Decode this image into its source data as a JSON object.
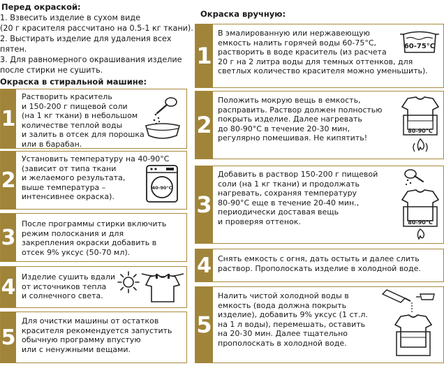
{
  "left": {
    "prep_title": "Перед окраской:",
    "prep_lines": [
      "1. Взвесить изделие в сухом виде",
      "(20 г красителя рассчитано на 0.5-1 кг ткани).",
      "2. Выстирать изделие для удаления всех",
      "пятен.",
      "3. Для равномерного окрашивания изделие",
      "после стирки не сушить."
    ],
    "machine_title": "Окраска в стиральной машине:",
    "steps": [
      {
        "num": "1",
        "text": "Растворить краситель\nи 150-200 г пищевой соли\n(на 1 кг ткани) в небольшом\nколичестве теплой воды\nи залить в отсек для порошка\nили в барабан."
      },
      {
        "num": "2",
        "text": "Установить температуру на 40-90°C\n(зависит от типа ткани\nи желаемого результата,\nвыше температура –\nинтенсивнее окраска)."
      },
      {
        "num": "3",
        "text": "После программы стирки включить\nрежим полоскания и для\nзакрепления окраски добавить в\nотсек 9% уксус (50-70 мл)."
      },
      {
        "num": "4",
        "text": "Изделие сушить вдали\nот источников тепла\nи солнечного света."
      },
      {
        "num": "5",
        "text": "Для очистки машины от остатков\nкрасителя рекомендуется запустить\nобычную программу впустую\nили с ненужными вещами."
      }
    ],
    "washer_temp_label": "40-90°C"
  },
  "right": {
    "title": "Окраска вручную:",
    "steps": [
      {
        "num": "1",
        "text": "В эмалированную или нержавеющую\nемкость налить горячей воды 60-75°C,\nрастворить в воде краситель (из расчета\n20 г на 2 литра воды для темных оттенков, для\nсветлых количество красителя можно уменьшить)."
      },
      {
        "num": "2",
        "text": "Положить мокрую вещь в емкость,\nрасправить. Раствор должен полностью\nпокрыть изделие. Далее нагревать\nдо 80-90°C в течение 20-30 мин,\nрегулярно помешивая. Не кипятить!"
      },
      {
        "num": "3",
        "text": "Добавить в раствор 150-200 г пищевой\nсоли (на 1 кг ткани) и продолжать\nнагревать, сохраняя температуру\n80-90°C еще в течение 20-40 мин.,\nпериодически доставая вещь\nи проверяя оттенок."
      },
      {
        "num": "4",
        "text": "Снять емкость с огня, дать остыть и далее слить\nраствор. Прополоскать изделие в холодной воде."
      },
      {
        "num": "5",
        "text": "Налить чистой холодной воды в\nемкость (вода должна покрыть\nизделие), добавить 9% уксус (1 ст.л.\nна 1 л воды), перемешать, оставить\nна 20-30 мин. Далее тщательно\nпрополоскать в холодной воде."
      }
    ],
    "pot_temp_label": "60-75°C",
    "heat_temp_label": "80-90°C"
  },
  "colors": {
    "accent": "#a0843a",
    "border": "#a88a3c",
    "text": "#1a1a1a"
  },
  "icons": [
    "salt-spoon-bowl-icon",
    "washing-machine-icon",
    "sun-icon",
    "tshirt-on-line-icon",
    "pot-icon",
    "tshirt-in-pot-icon",
    "flame-icon",
    "salt-spoon-icon",
    "bottle-pour-icon"
  ]
}
